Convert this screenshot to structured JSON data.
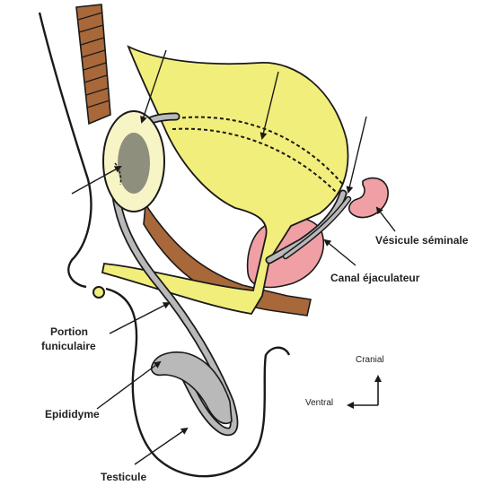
{
  "labels": {
    "vesicule": "Vésicule séminale",
    "canal": "Canal éjaculateur",
    "portion_line1": "Portion",
    "portion_line2": "funiculaire",
    "epididyme": "Epididyme",
    "testicule": "Testicule"
  },
  "orientation": {
    "cranial": "Cranial",
    "ventral": "Ventral"
  },
  "colors": {
    "outline": "#1a1a1a",
    "gland": "#f2ee7c",
    "rectum": "#a8683a",
    "duct": "#b9b9b9",
    "pink": "#f0a0a4",
    "bladder_ring": "#f7f4c6",
    "bladder_center": "#8f8f7d"
  }
}
